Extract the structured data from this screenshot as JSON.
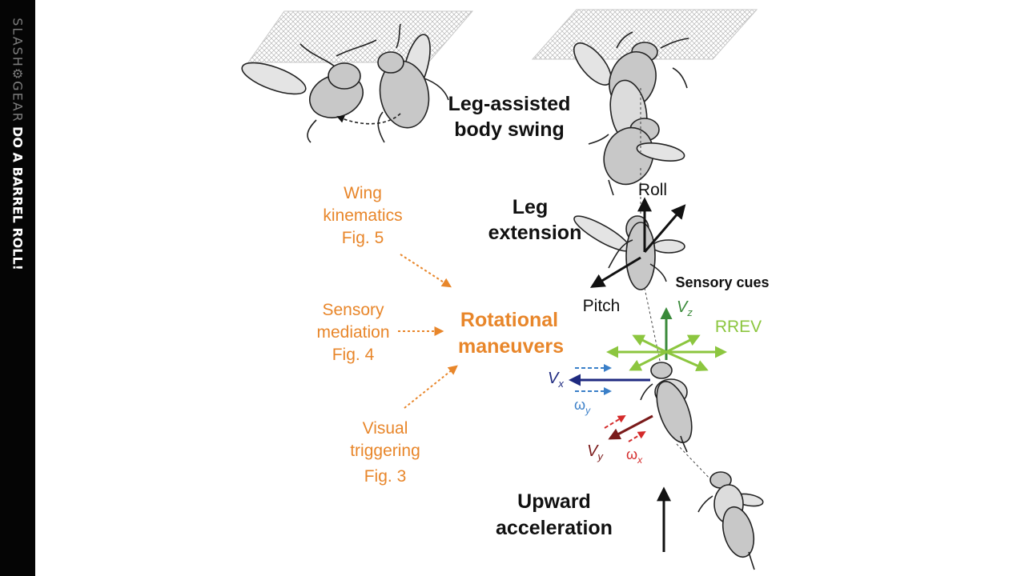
{
  "branding": {
    "logo_text": "SLASH⚙GEAR",
    "tagline": "DO A BARREL ROLL!"
  },
  "labels": {
    "leg_assisted_1": "Leg-assisted",
    "leg_assisted_2": "body swing",
    "leg_ext_1": "Leg",
    "leg_ext_2": "extension",
    "roll": "Roll",
    "pitch": "Pitch",
    "sensory_cues": "Sensory cues",
    "vz": "V",
    "vz_sub": "z",
    "rrev": "RREV",
    "vx": "V",
    "vx_sub": "x",
    "wy": "ω",
    "wy_sub": "y",
    "vy": "V",
    "vy_sub": "y",
    "wx": "ω",
    "wx_sub": "x",
    "upward_1": "Upward",
    "upward_2": "acceleration",
    "rot_1": "Rotational",
    "rot_2": "maneuvers",
    "wing_1": "Wing",
    "wing_2": "kinematics",
    "wing_3": "Fig. 5",
    "sensory_1": "Sensory",
    "sensory_2": "mediation",
    "sensory_3": "Fig. 4",
    "visual_1": "Visual",
    "visual_2": "triggering",
    "visual_3": "Fig. 3"
  },
  "colors": {
    "orange": "#e8862a",
    "green_dark": "#3a8a3a",
    "green_light": "#8cc63f",
    "navy": "#1f2a80",
    "blue": "#3a7fc8",
    "maroon": "#7a1a1a",
    "red": "#d42a2a",
    "fly_body": "#c8c8c8"
  }
}
